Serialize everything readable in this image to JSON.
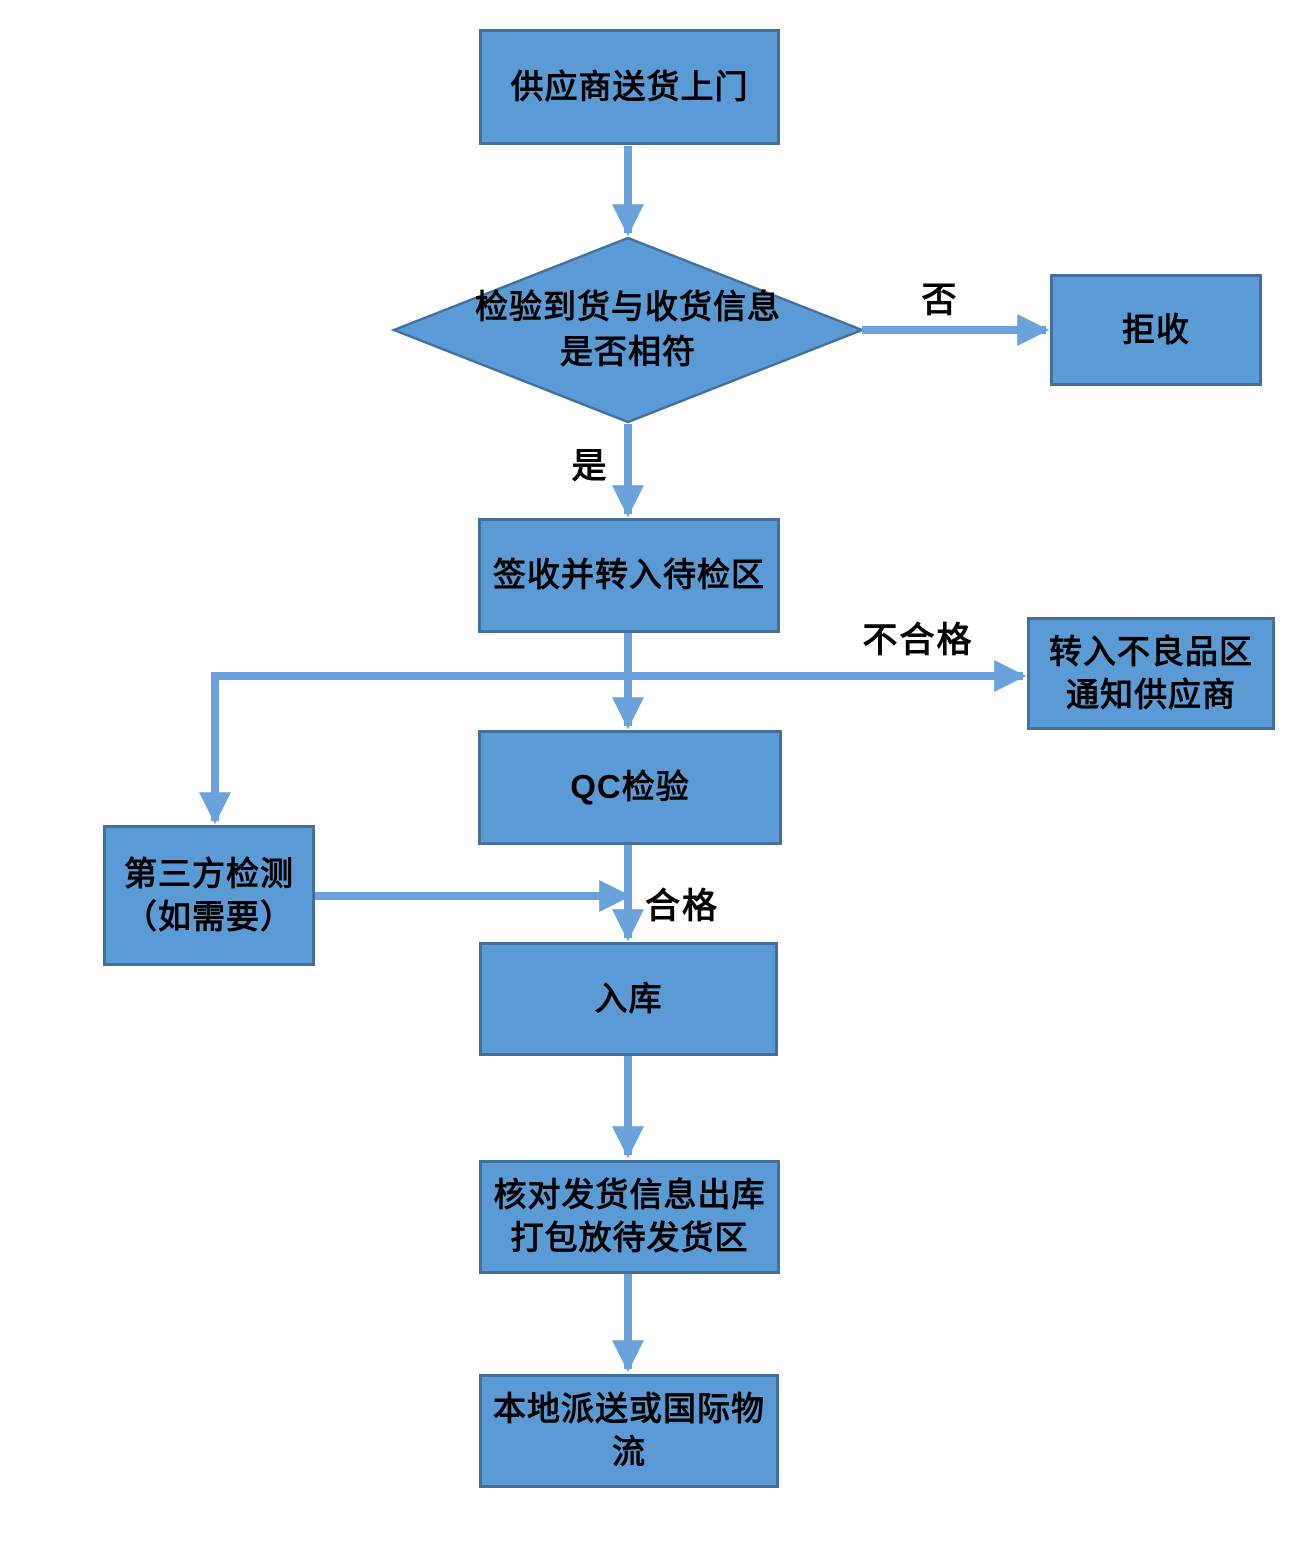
{
  "diagram": {
    "type": "flowchart",
    "colors": {
      "node_fill": "#5B9BD5",
      "node_border": "#41719C",
      "connector": "#6AA3DC",
      "text": "#000000",
      "background": "#FFFFFF"
    },
    "nodes": {
      "supplier": {
        "shape": "rect",
        "label": "供应商送货上门"
      },
      "check": {
        "shape": "diamond",
        "label": "检验到货与收货信息\n是否相符"
      },
      "reject": {
        "shape": "rect",
        "label": "拒收"
      },
      "sign": {
        "shape": "rect",
        "label": "签收并转入待检区"
      },
      "defect": {
        "shape": "rect",
        "label": "转入不良品区\n通知供应商"
      },
      "qc": {
        "shape": "rect",
        "label": "QC检验"
      },
      "third_party": {
        "shape": "rect",
        "label": "第三方检测\n（如需要）"
      },
      "warehouse": {
        "shape": "rect",
        "label": "入库"
      },
      "verify": {
        "shape": "rect",
        "label": "核对发货信息出库\n打包放待发货区"
      },
      "delivery": {
        "shape": "rect",
        "label": "本地派送或国际物\n流"
      }
    },
    "edges": [
      {
        "from": "supplier",
        "to": "check",
        "label": ""
      },
      {
        "from": "check",
        "to": "reject",
        "label": "否"
      },
      {
        "from": "check",
        "to": "sign",
        "label": "是"
      },
      {
        "from": "sign",
        "to": "qc",
        "label": ""
      },
      {
        "from": "sign",
        "to": "third_party",
        "label": ""
      },
      {
        "from": "sign",
        "to": "defect",
        "label": "不合格"
      },
      {
        "from": "qc",
        "to": "warehouse",
        "label": "合格"
      },
      {
        "from": "third_party",
        "to": "warehouse",
        "label": ""
      },
      {
        "from": "warehouse",
        "to": "verify",
        "label": ""
      },
      {
        "from": "verify",
        "to": "delivery",
        "label": ""
      }
    ]
  }
}
